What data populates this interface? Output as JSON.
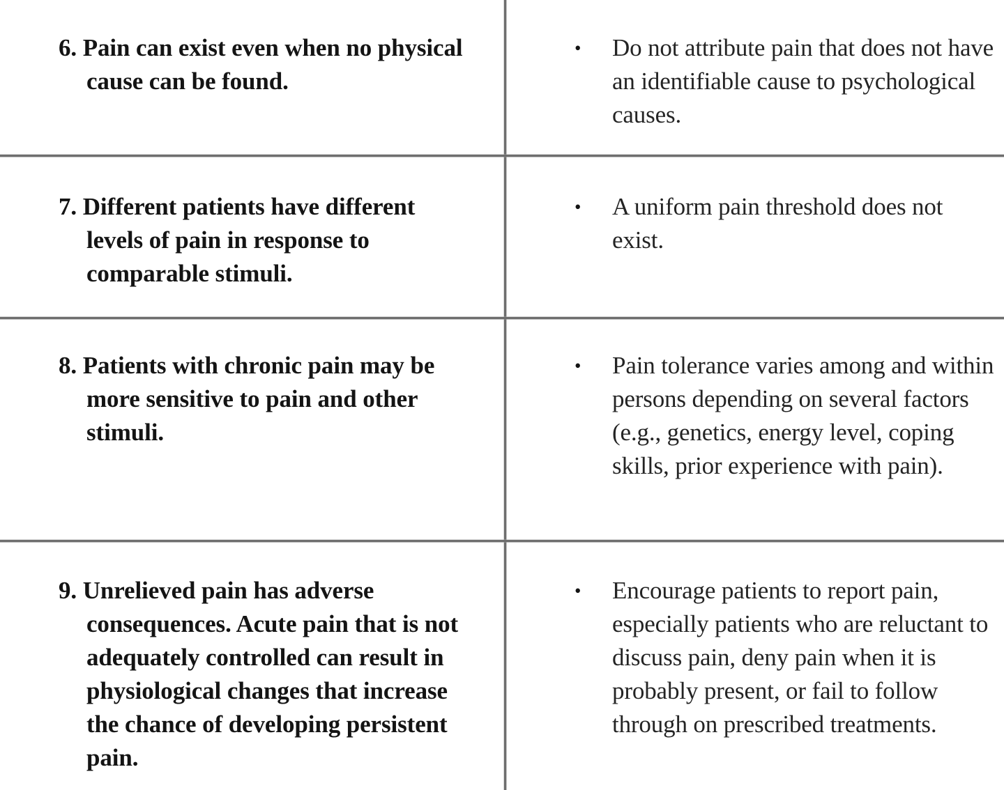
{
  "document": {
    "type": "table",
    "columns": 2,
    "rows": 4,
    "bullet_glyph": "•",
    "rule_color": "#6e6e6e",
    "page_background": "#ffffff",
    "text_color": "#1a1a1a"
  },
  "rows": [
    {
      "number": "6.",
      "principle": "Pain can exist even when no physical cause can be found.",
      "bullet": "Do not attribute pain that does not have an identifiable cause to psychological causes."
    },
    {
      "number": "7.",
      "principle": "Different patients have different levels of pain in response to comparable stimuli.",
      "bullet": "A uniform pain threshold does not exist."
    },
    {
      "number": "8.",
      "principle": "Patients with chronic pain may be more sensitive to pain and other stimuli.",
      "bullet": "Pain tolerance varies among and within persons depending on several factors (e.g., genetics, energy level, coping skills, prior experience with pain)."
    },
    {
      "number": "9.",
      "principle": "Unrelieved pain has adverse consequences. Acute pain that is not adequately controlled can result in physiological changes that increase the chance of developing persistent pain.",
      "bullet": "Encourage patients to report pain, especially patients who are reluctant to discuss pain, deny pain when it is probably present, or fail to follow through on prescribed treatments."
    }
  ]
}
